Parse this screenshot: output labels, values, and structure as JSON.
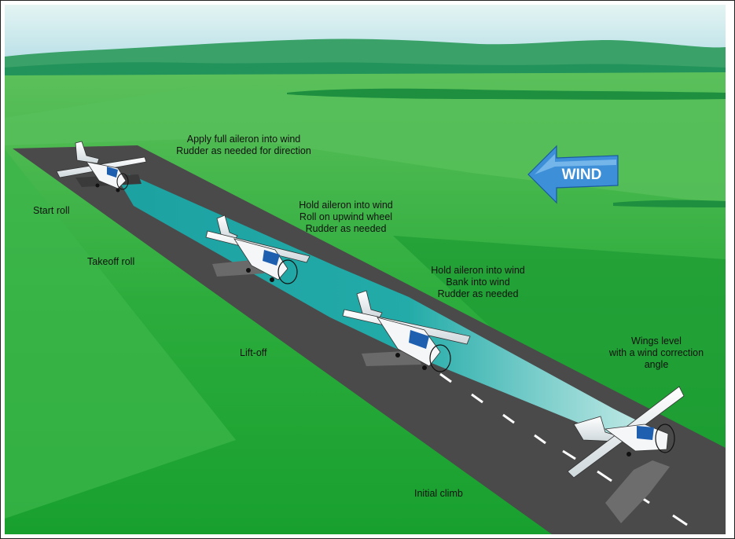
{
  "labels": {
    "start_roll": "Start roll",
    "takeoff_roll": "Takeoff roll",
    "lift_off": "Lift-off",
    "initial_climb": "Initial climb",
    "stage1": {
      "line1": "Apply full aileron into wind",
      "line2": "Rudder as needed for direction"
    },
    "stage2": {
      "line1": "Hold aileron into wind",
      "line2": "Roll on upwind wheel",
      "line3": "Rudder as needed"
    },
    "stage3": {
      "line1": "Hold aileron into wind",
      "line2": "Bank into wind",
      "line3": "Rudder as needed"
    },
    "stage4": {
      "line1": "Wings level",
      "line2": "with a wind correction",
      "line3": "angle"
    }
  },
  "wind_arrow": {
    "text": "WIND",
    "direction": "left",
    "color": "#3d8fd8"
  },
  "colors": {
    "sky": "#b8e0e8",
    "mountains": "#2f9a5c",
    "grass": "#22a83a",
    "runway": "#4b4b4b",
    "path": "#1fa9a9",
    "aircraft_cabin": "#1f5fb0"
  }
}
